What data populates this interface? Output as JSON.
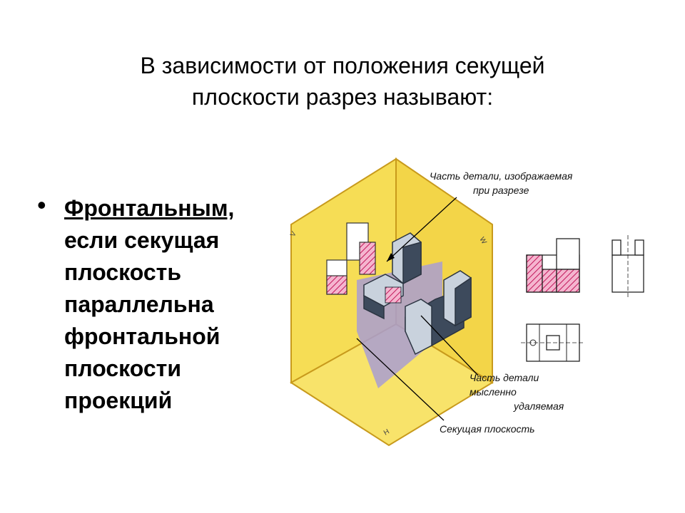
{
  "title": {
    "line1": "В зависимости от положения секущей",
    "line2": "плоскости разрез называют:"
  },
  "bullet": {
    "marker": "•",
    "term": "Фронтальным,",
    "text": "если секущая\nплоскость\nпараллельна\nфронтальной\nплоскости\nпроекций"
  },
  "diagram": {
    "plane_labels": {
      "left": "V",
      "right": "W",
      "bottom": "H"
    },
    "callouts": {
      "shown_part_1": "Часть детали, изображаемая",
      "shown_part_2": "при разрезе",
      "removed_part_1": "Часть детали",
      "removed_part_2": "мысленно",
      "removed_part_3": "удаляемая",
      "cutting_plane": "Секущая плоскость"
    },
    "colors": {
      "plane_fill": "#f6dd55",
      "plane_edge": "#c89a1c",
      "section_hatch": "#c2185b",
      "section_fill": "#f5b5cf",
      "cutting_plane": "#a99ed1",
      "part_dark": "#3d4a5c",
      "part_light": "#c9d2dd"
    }
  }
}
